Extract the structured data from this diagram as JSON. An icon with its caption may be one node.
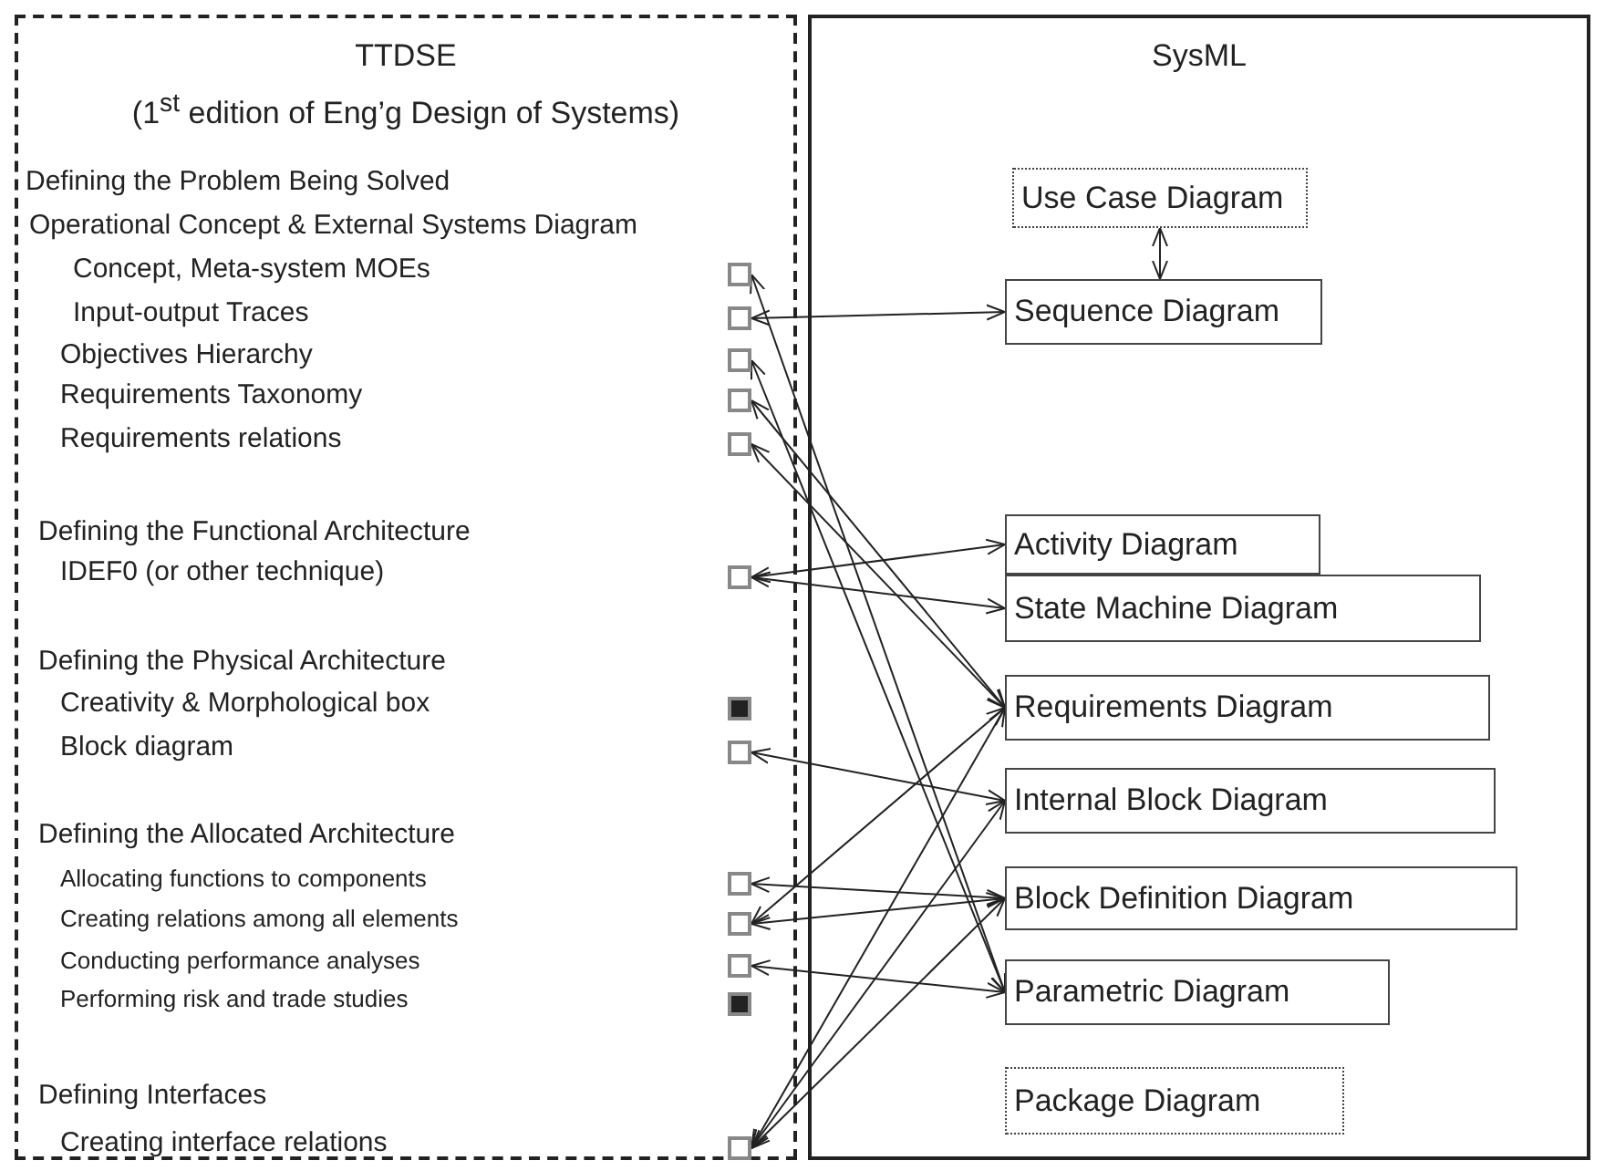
{
  "diagram": {
    "nodes": [
      {
        "text": [
          "TTDSE",
          "(1$^{st}$ edition of Eng’g Design of Systems)"
        ]
      },
      {
        "text": [],
        "shape": "box",
        "in": 0
      },
      {
        "text": [],
        "shape": "box",
        "in": 0
      },
      {
        "text": [],
        "shape": "box",
        "in": 0
      },
      {
        "text": [],
        "shape": "box",
        "in": 0
      },
      {
        "text": [],
        "shape": "box",
        "in": 0
      },
      {
        "text": [],
        "shape": "box",
        "in": 0
      },
      {
        "text": [],
        "shape": "block",
        "in": 0
      },
      {
        "text": [],
        "shape": "box",
        "in": 0
      },
      {
        "text": [],
        "shape": "box",
        "in": 0
      },
      {
        "text": [],
        "shape": "box",
        "in": 0
      },
      {
        "text": [],
        "shape": "box",
        "in": 0
      },
      {
        "text": [],
        "shape": "block",
        "in": 0
      },
      {
        "text": [],
        "shape": "box",
        "in": 0
      },
      {
        "text": [
          "SysML"
        ]
      },
      {
        "text": [
          "Use Case Diagram"
        ],
        "in": 14
      },
      {
        "text": [
          "Sequence Diagram"
        ],
        "in": 14
      },
      {
        "text": [
          "Activity Diagram"
        ],
        "in": 14
      },
      {
        "text": [
          "State Machine Diagram"
        ],
        "in": 14
      },
      {
        "text": [
          "Requirements Diagram"
        ],
        "in": 14
      },
      {
        "text": [
          "Internal Block Diagram"
        ],
        "in": 14
      },
      {
        "text": [
          "Block Definition Diagram"
        ],
        "in": 14
      },
      {
        "text": [
          "Parametric Diagram"
        ],
        "in": 14
      },
      {
        "text": [
          "Package Diagram"
        ],
        "in": 14
      }
    ],
    "edges": [
      {
        "from": 15,
        "to": 16,
        "arrow": "both"
      },
      {
        "from": 16,
        "to": 2,
        "arrow": "both"
      },
      {
        "from": 22,
        "to": 1,
        "arrow": "both"
      },
      {
        "from": 22,
        "to": 3,
        "arrow": "both"
      },
      {
        "from": 19,
        "to": 4,
        "arrow": "both"
      },
      {
        "from": 19,
        "to": 5,
        "arrow": "both"
      },
      {
        "from": 17,
        "to": 6,
        "arrow": "both"
      },
      {
        "from": 18,
        "to": 6,
        "arrow": "both"
      },
      {
        "from": 20,
        "to": 8,
        "arrow": "both"
      },
      {
        "from": 21,
        "to": 9,
        "arrow": "both"
      },
      {
        "from": 19,
        "to": 10,
        "arrow": "both"
      },
      {
        "from": 21,
        "to": 10,
        "arrow": "both"
      },
      {
        "from": 22,
        "to": 11,
        "arrow": "both"
      },
      {
        "from": 19,
        "to": 13,
        "arrow": "both"
      },
      {
        "from": 20,
        "to": 13,
        "arrow": "both"
      },
      {
        "from": 21,
        "to": 13,
        "arrow": "both"
      }
    ],
    "labels": [
      "Defining the Problem Being Solved",
      "Operational Concept & External Systems Diagram",
      "Concept, Meta-system MOEs",
      "Input-output Traces",
      "Objectives Hierarchy",
      "Requirements Taxonomy",
      "Requirements relations",
      "Defining the Functional Architecture",
      "IDEF0 (or other technique)",
      "Defining the Physical Architecture",
      "Creativity & Morphological box",
      "Block diagram",
      "Defining the Allocated Architecture",
      "Allocating functions to components",
      "Creating relations among all elements",
      "Conducting performance analyses",
      "Performing risk and trade studies",
      "Defining Interfaces",
      "Creating interface relations"
    ]
  }
}
